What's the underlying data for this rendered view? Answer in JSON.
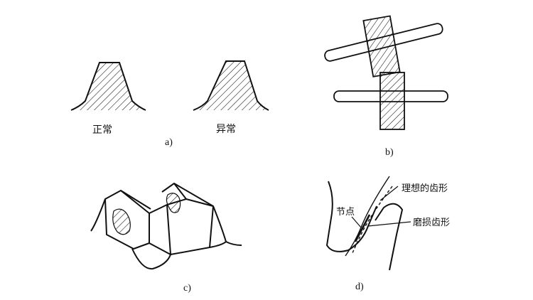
{
  "panel_a": {
    "left_label": "正常",
    "right_label": "异常",
    "caption": "a)"
  },
  "panel_b": {
    "caption": "b)"
  },
  "panel_c": {
    "caption": "c)"
  },
  "panel_d": {
    "pitch_point": "节点",
    "ideal_profile": "理想的齿形",
    "worn_profile": "磨损齿形",
    "caption": "d)"
  }
}
